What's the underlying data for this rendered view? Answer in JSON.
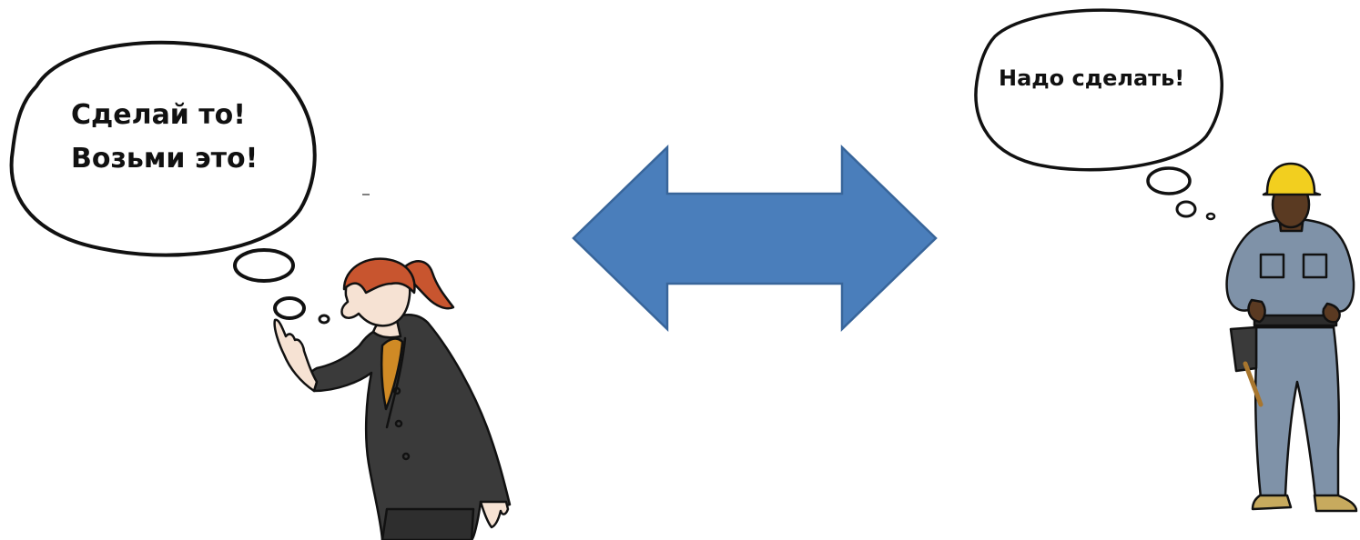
{
  "left_bubble": {
    "line1": "Сделай то!",
    "line2": "Возьми это!"
  },
  "right_bubble": {
    "text": "Надо сделать!"
  },
  "colors": {
    "arrow_fill": "#4a7ebb",
    "arrow_stroke": "#38659a",
    "bubble_stroke": "#111111",
    "suit": "#3a3a3a",
    "hair": "#c8552f",
    "skin_light": "#f6e2d3",
    "shirt_under": "#d08a25",
    "worker_skin": "#5a3a22",
    "worker_clothes": "#7f92a8",
    "helmet": "#f2cf1f",
    "boots": "#c7aa5e"
  },
  "icons": {
    "left_figure": "businesswoman-pointing-icon",
    "right_figure": "construction-worker-icon",
    "center": "double-arrow-icon"
  }
}
